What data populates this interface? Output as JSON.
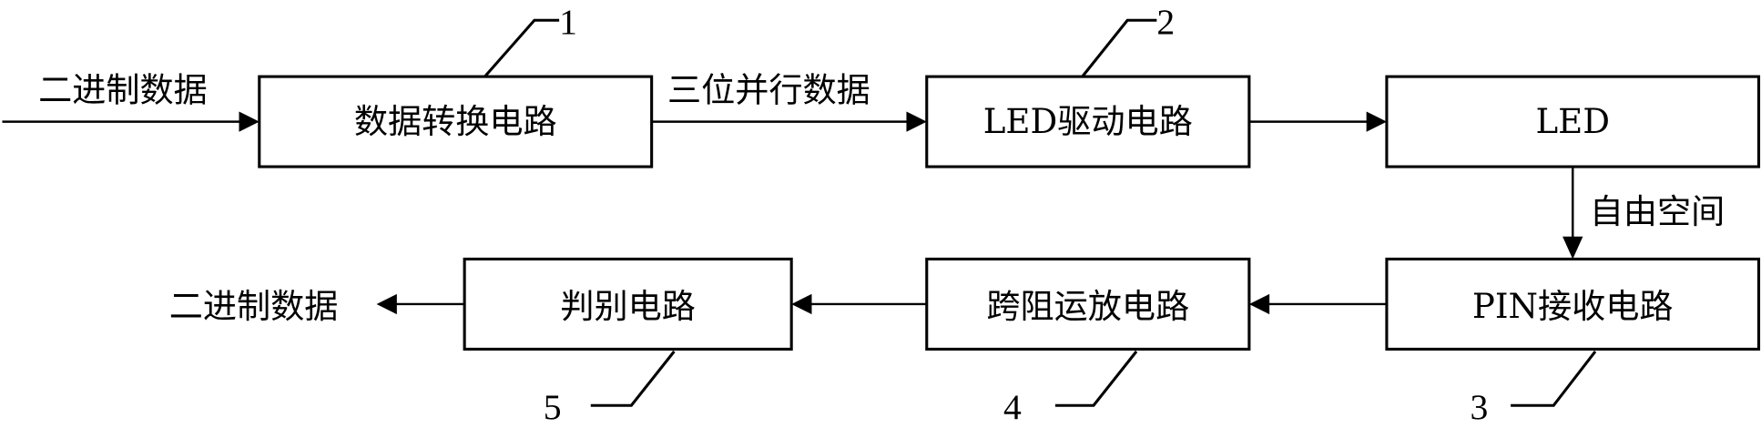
{
  "diagram": {
    "blocks": [
      {
        "id": 1,
        "label": "数据转换电路"
      },
      {
        "id": 2,
        "label": "LED驱动电路"
      },
      {
        "id": "led",
        "label": "LED"
      },
      {
        "id": 3,
        "label": "PIN接收电路"
      },
      {
        "id": 4,
        "label": "跨阻运放电路"
      },
      {
        "id": 5,
        "label": "判别电路"
      }
    ],
    "edge_labels": {
      "input": "二进制数据",
      "parallel": "三位并行数据",
      "free_space": "自由空间",
      "output": "二进制数据"
    },
    "reference_numbers": [
      "1",
      "2",
      "3",
      "4",
      "5"
    ]
  }
}
